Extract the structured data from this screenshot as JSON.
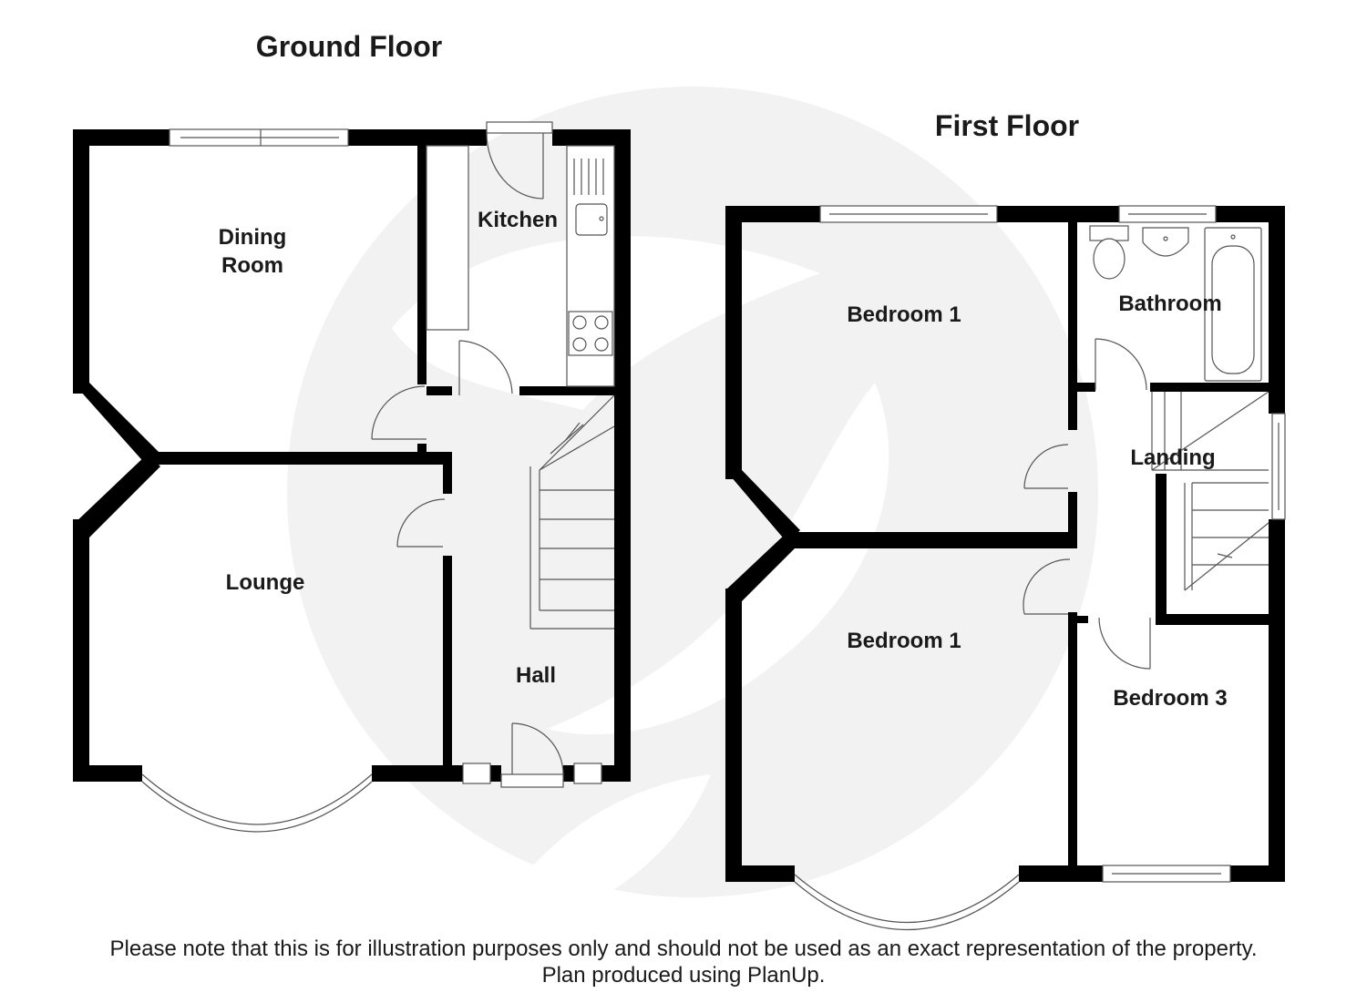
{
  "floors": {
    "ground": {
      "title": "Ground Floor",
      "rooms": {
        "dining_line1": "Dining",
        "dining_line2": "Room",
        "kitchen": "Kitchen",
        "lounge": "Lounge",
        "hall": "Hall"
      }
    },
    "first": {
      "title": "First Floor",
      "rooms": {
        "bedroom_top": "Bedroom 1",
        "bathroom": "Bathroom",
        "landing": "Landing",
        "bedroom_bottom": "Bedroom 1",
        "bedroom_3": "Bedroom 3"
      }
    }
  },
  "footer": {
    "disclaimer": "Please note that this is for illustration purposes only and should not be used as an exact representation of the property.",
    "credit": "Plan produced using PlanUp."
  },
  "colors": {
    "wall": "#000000",
    "line": "#555555",
    "watermark": "#f2f2f2"
  }
}
